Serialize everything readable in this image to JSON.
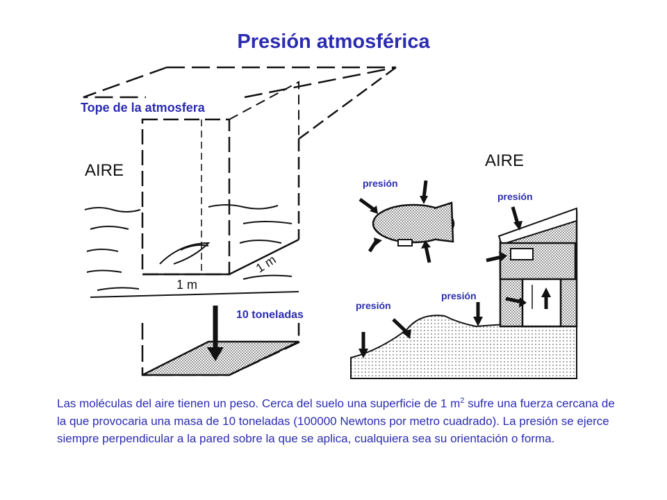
{
  "title": "Presión atmosférica",
  "left": {
    "top_label": "Tope de la atmosfera",
    "air_label": "AIRE",
    "side_1m_bottom": "1 m",
    "side_1m_right": "1 m",
    "weight_label": "10 toneladas"
  },
  "right": {
    "air_label": "AIRE",
    "pressure_labels": [
      "presión",
      "presión",
      "presión",
      "presión"
    ]
  },
  "caption": {
    "before_sup": "Las moléculas del aire tienen un peso. Cerca del suelo una superficie de 1 m",
    "sup": "2",
    "after_sup": " sufre una fuerza cercana de la que provocaria una masa de 10 toneladas (100000 Newtons por metro cuadrado). La presión se ejerce siempre perpendicular a la pared sobre la que se aplica, cualquiera sea su orientación o forma."
  },
  "colors": {
    "text_blue": "#2b2bb0",
    "ink": "#111111"
  }
}
